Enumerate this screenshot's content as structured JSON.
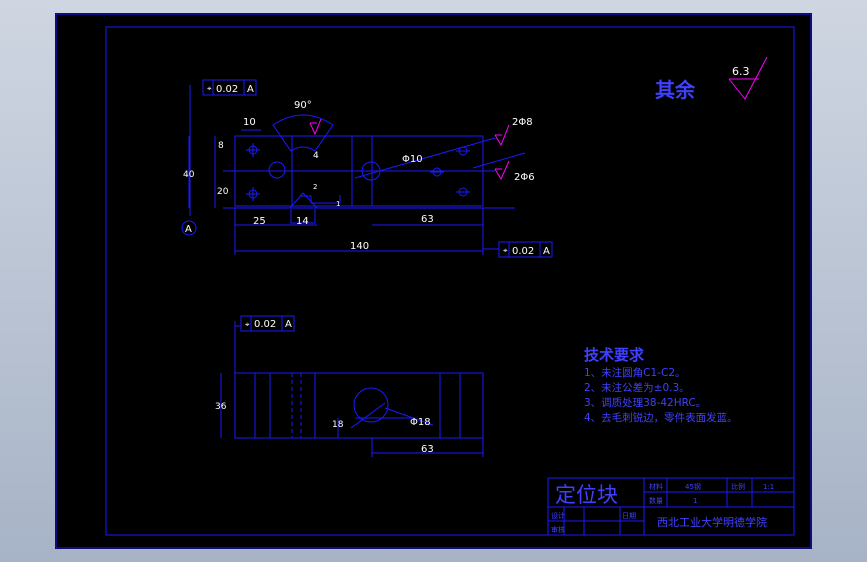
{
  "colors": {
    "frame": "#1a1aff",
    "title_text": "#4040ff",
    "symbol": "#ff00ff",
    "white": "#ffffff",
    "background_outer": "#b4bfd0",
    "sheet": "#000000"
  },
  "front_view": {
    "flatness_tol": "0.02",
    "flatness_datum": "A",
    "angle_label": "90°",
    "dim_width_10": "10",
    "dim_8": "8",
    "dim_4": "4",
    "dim_height_40": "40",
    "dim_20": "20",
    "dim_2": "2",
    "dim_1": "1",
    "dim_25": "25",
    "dim_14": "14",
    "dim_63": "63",
    "dim_140": "140",
    "dia_10": "Φ10",
    "roughness_top": "2Φ8",
    "roughness_mid": "2Φ6",
    "datum_letter": "A",
    "bottom_tol": "0.02",
    "bottom_datum": "A"
  },
  "side_view": {
    "tol": "0.02",
    "datum": "A",
    "dim_36": "36",
    "dim_18": "18",
    "dia_18": "Φ18",
    "dim_63": "63"
  },
  "roughness": {
    "label": "其余",
    "value": "6.3"
  },
  "tech_requirements": {
    "title": "技术要求",
    "items": [
      "1、未注圆角C1-C2。",
      "2、未注公差为±0.3。",
      "3、调质处理38-42HRC。",
      "4、去毛刺锐边，零件表面发蓝。"
    ]
  },
  "title_block": {
    "part_name": "定位块",
    "material_label": "材料",
    "material_value": "45钢",
    "quantity_label": "数量",
    "quantity_value": "1",
    "scale_label": "比例",
    "scale_value": "1:1",
    "designer_label": "设计",
    "checker_label": "审核",
    "date_label": "日期",
    "institution": "西北工业大学明德学院"
  }
}
